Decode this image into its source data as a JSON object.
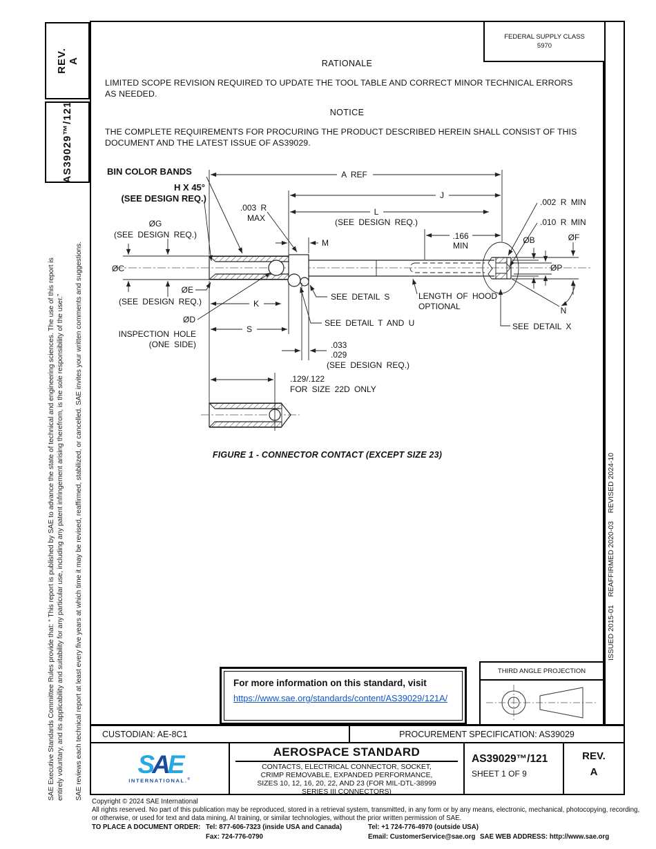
{
  "colors": {
    "link": "#1155CC",
    "logo_light": "#29A8E0",
    "logo_dark": "#1A4A9C"
  },
  "sidebar_left": {
    "rev_label": "REV.",
    "rev_value": "A",
    "doc_number": "AS39029™/121",
    "legal_line1": "SAE Executive Standards Committee Rules provide that: “ This report is published by SAE to advance the state of technical and engineering sciences. The use of this report is",
    "legal_line2": "entirely voluntary, and its applicability and suitability for any particular use, including any patent infringement arising therefrom, is the sole responsibility of the user.”",
    "legal_line3": "SAE reviews each technical report at least every five years at which time it may be revised, reaffirmed, stabilized, or cancelled. SAE invites your written comments and suggestions."
  },
  "sidebar_right": {
    "dates": "ISSUED 2015-01    REAFFIRMED 2020-03    REVISED 2024-10"
  },
  "header": {
    "federal_supply_class_line1": "FEDERAL SUPPLY CLASS",
    "federal_supply_class_line2": "5970",
    "rationale_heading": "RATIONALE",
    "rationale_line1": "LIMITED SCOPE REVISION REQUIRED TO UPDATE THE TOOL TABLE AND CORRECT MINOR TECHNICAL ERRORS",
    "rationale_line2": "AS NEEDED.",
    "notice_heading": "NOTICE",
    "notice_line1": "THE COMPLETE REQUIREMENTS FOR PROCURING THE PRODUCT DESCRIBED HEREIN SHALL CONSIST OF THIS",
    "notice_line2": "DOCUMENT AND THE LATEST ISSUE OF AS39029."
  },
  "figure": {
    "caption": "FIGURE 1 - CONNECTOR CONTACT (EXCEPT SIZE 23)",
    "labels": {
      "bin": "BIN COLOR BANDS",
      "chamfer": "H X 45°",
      "sdr": "(SEE DESIGN REQ.)",
      "r003a": ".003 R",
      "r003b": "MAX",
      "aref": "A REF",
      "j": "J",
      "l": "L",
      "m": "M",
      "dim166a": ".166",
      "dim166b": "MIN",
      "r002": ".002 R MIN",
      "r010": ".010 R MIN",
      "phi_g": "ØG",
      "phi_c": "ØC",
      "phi_e": "ØE",
      "phi_d": "ØD",
      "phi_b": "ØB",
      "phi_f": "ØF",
      "phi_p": "ØP",
      "k": "K",
      "s": "S",
      "n": "N",
      "detail_s": "SEE DETAIL S",
      "detail_tu": "SEE DETAIL T AND U",
      "detail_x": "SEE DETAIL X",
      "hood1": "LENGTH OF HOOD",
      "hood2": "OPTIONAL",
      "insp1": "INSPECTION HOLE",
      "insp2": "(ONE SIDE)",
      "dim033": ".033",
      "dim029": ".029",
      "dim129": ".129/.122",
      "size22d": "FOR SIZE 22D ONLY"
    }
  },
  "info_box": {
    "line1": "For more information on this standard, visit",
    "link": "https://www.sae.org/standards/content/AS39029/121A/"
  },
  "projection_box": {
    "title": "THIRD ANGLE PROJECTION"
  },
  "footer": {
    "custodian": "CUSTODIAN: AE-8C1",
    "procurement": "PROCUREMENT SPECIFICATION: AS39029",
    "title": "AEROSPACE STANDARD",
    "subtitle_line1": "CONTACTS, ELECTRICAL CONNECTOR, SOCKET,",
    "subtitle_line2": "CRIMP REMOVABLE, EXPANDED PERFORMANCE,",
    "subtitle_line3": "SIZES 10, 12, 16, 20, 22, AND 23 (FOR MIL-DTL-38999",
    "subtitle_line4": "SERIES III CONNECTORS)",
    "doc_number": "AS39029™/121",
    "sheet": "SHEET 1 OF 9",
    "rev_label": "REV.",
    "rev_value": "A",
    "logo_s": "S",
    "logo_a": "A",
    "logo_e": "E",
    "logo_sub": "INTERNATIONAL.",
    "logo_reg": "®"
  },
  "copyright": {
    "line1": "Copyright © 2024 SAE International",
    "line2": "All rights reserved. No part of this publication may be reproduced, stored in a retrieval system, transmitted, in any form or by any means, electronic, mechanical, photocopying, recording,",
    "line3": "or otherwise, or used for text and data mining, AI training, or similar technologies, without the prior written permission of SAE.",
    "order_label": "TO PLACE A DOCUMENT ORDER:",
    "tel1": "Tel: 877-606-7323 (inside USA and Canada)",
    "tel2": "Tel: +1 724-776-4970 (outside USA)",
    "fax": "Fax: 724-776-0790",
    "email": "Email: CustomerService@sae.org",
    "web": "SAE WEB ADDRESS: http://www.sae.org"
  }
}
